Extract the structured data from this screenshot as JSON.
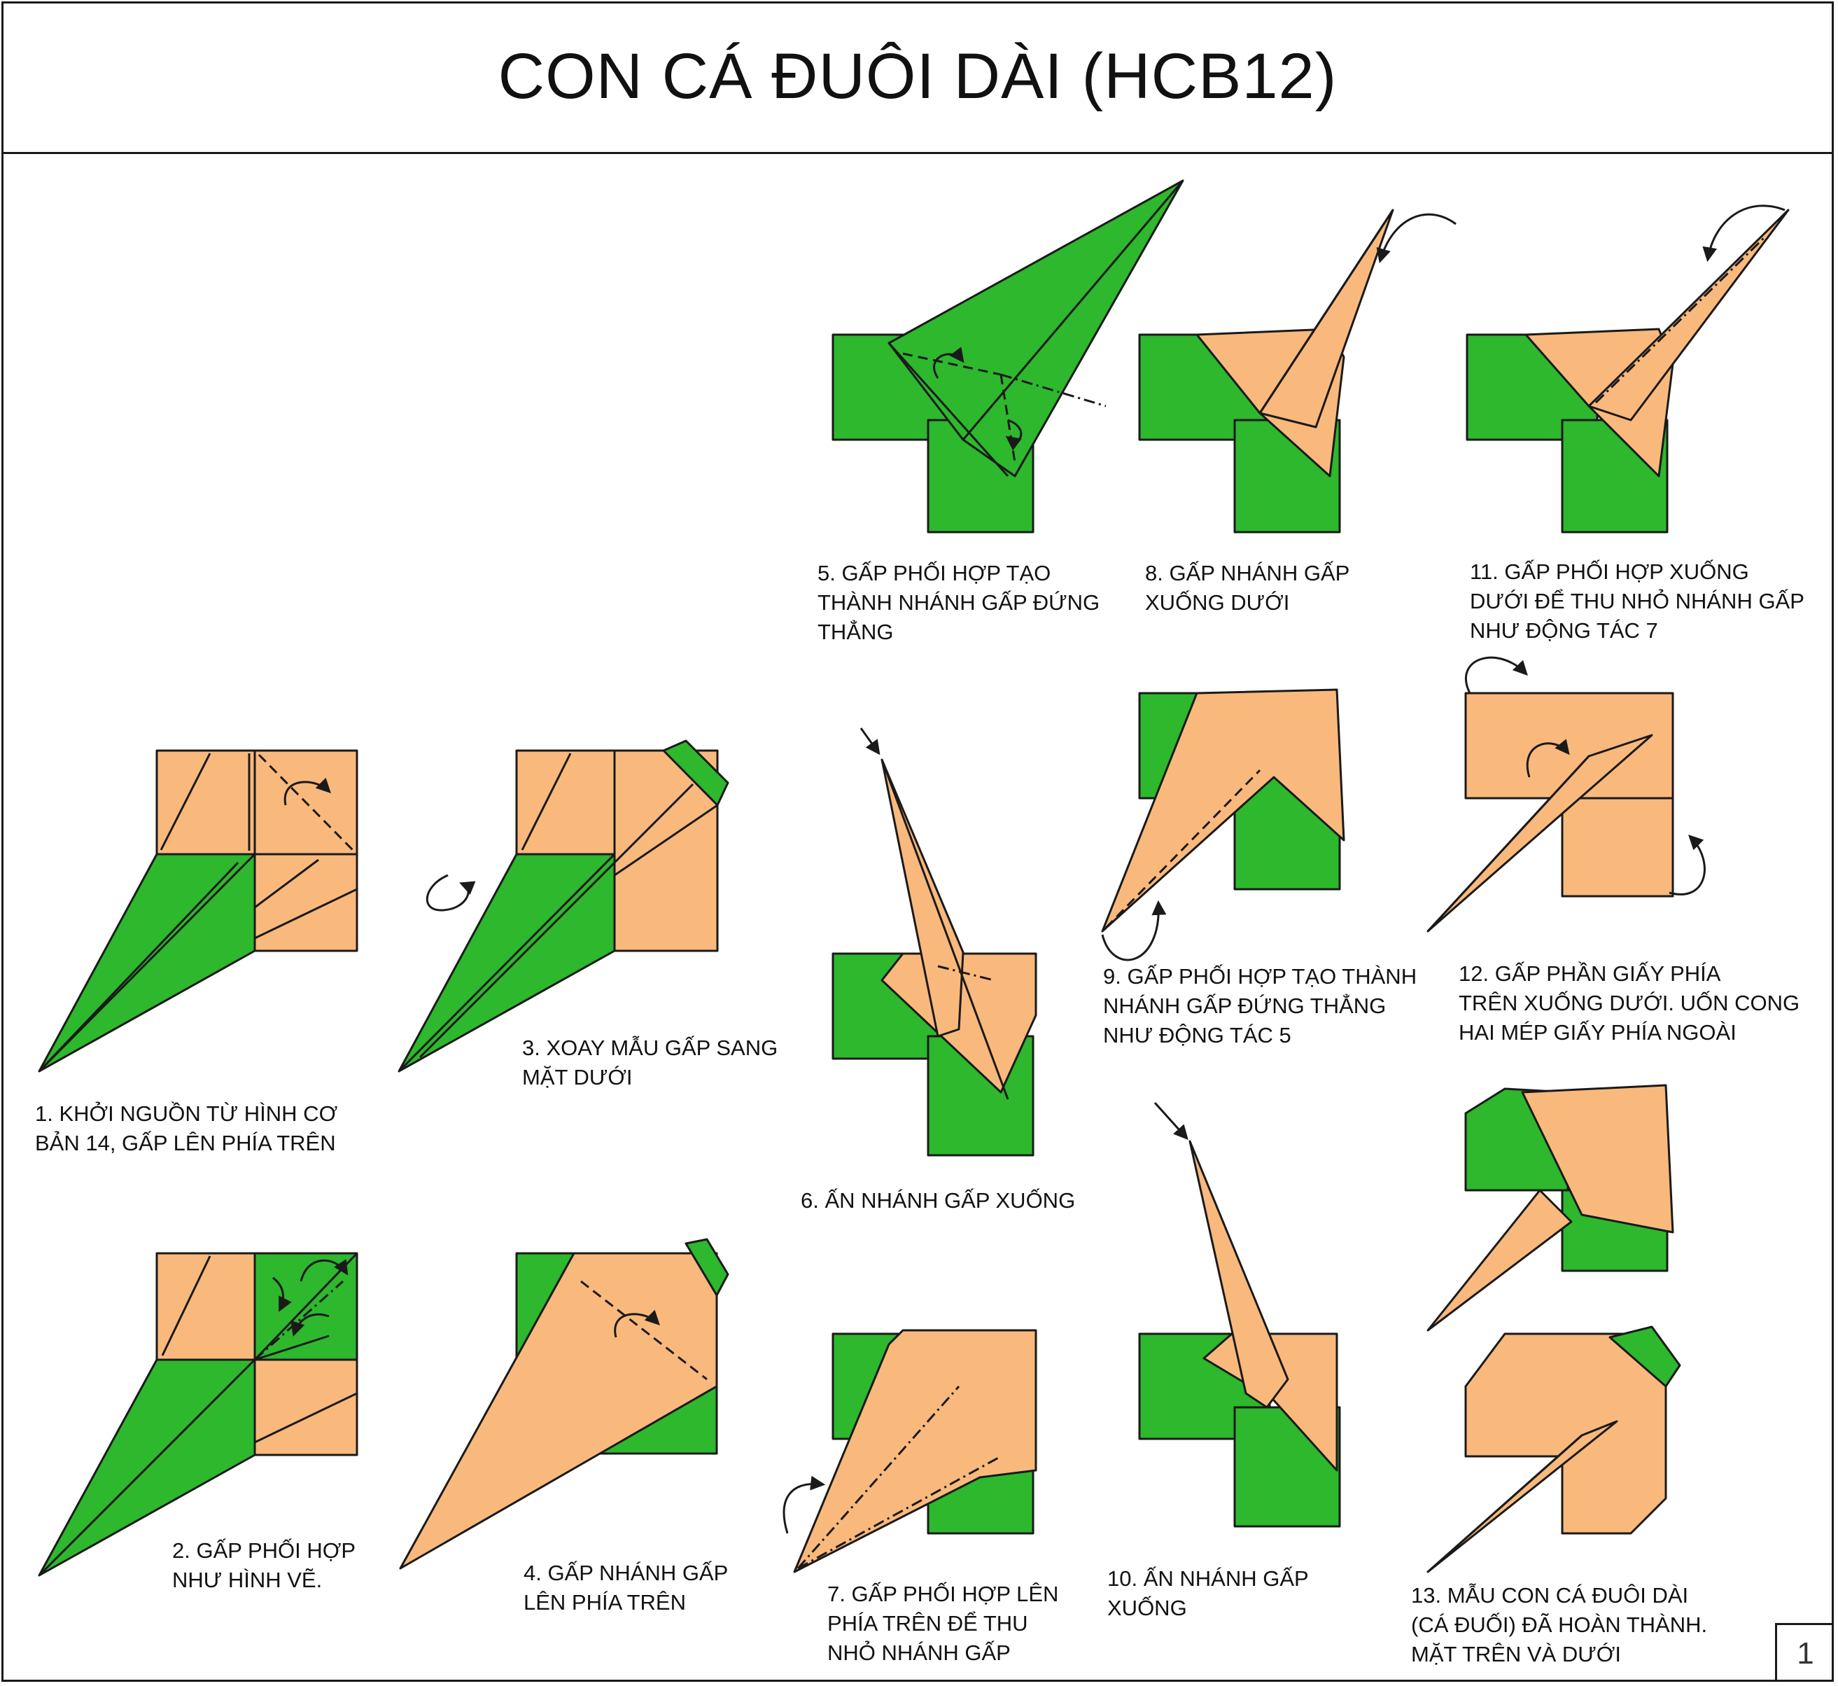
{
  "title": "CON CÁ ĐUÔI DÀI (HCB12)",
  "page_number": "1",
  "colors": {
    "green": "#2db82d",
    "orange": "#f9b97d",
    "line": "#1a1a1a"
  },
  "steps": [
    {
      "id": 1,
      "caption": "1. KHỞI NGUỒN TỪ HÌNH CƠ\nBẢN 14, GẤP LÊN PHÍA TRÊN"
    },
    {
      "id": 2,
      "caption": "2. GẤP PHỐI HỢP\nNHƯ HÌNH VẼ."
    },
    {
      "id": 3,
      "caption": "3. XOAY MẪU GẤP SANG\nMẶT DƯỚI"
    },
    {
      "id": 4,
      "caption": "4. GẤP NHÁNH GẤP\nLÊN PHÍA TRÊN"
    },
    {
      "id": 5,
      "caption": "5. GẤP PHỐI HỢP TẠO\nTHÀNH NHÁNH GẤP ĐỨNG\nTHẲNG"
    },
    {
      "id": 6,
      "caption": "6. ẤN NHÁNH GẤP XUỐNG"
    },
    {
      "id": 7,
      "caption": "7. GẤP PHỐI HỢP LÊN\nPHÍA TRÊN ĐỂ THU\nNHỎ NHÁNH GẤP"
    },
    {
      "id": 8,
      "caption": "8. GẤP NHÁNH GẤP\nXUỐNG DƯỚI"
    },
    {
      "id": 9,
      "caption": "9. GẤP PHỐI HỢP TẠO THÀNH\nNHÁNH GẤP ĐỨNG THẲNG\nNHƯ ĐỘNG TÁC 5"
    },
    {
      "id": 10,
      "caption": "10. ẤN NHÁNH GẤP\nXUỐNG"
    },
    {
      "id": 11,
      "caption": "11. GẤP PHỐI HỢP XUỐNG\nDƯỚI ĐỂ THU NHỎ NHÁNH GẤP\nNHƯ ĐỘNG TÁC 7"
    },
    {
      "id": 12,
      "caption": "12. GẤP PHẦN GIẤY PHÍA\nTRÊN XUỐNG DƯỚI. UỐN CONG\nHAI MÉP GIẤY PHÍA NGOÀI"
    },
    {
      "id": 13,
      "caption": "13. MẪU CON CÁ ĐUÔI DÀI\n(CÁ ĐUỐI) ĐÃ HOÀN THÀNH.\nMẶT TRÊN VÀ DƯỚI"
    }
  ]
}
